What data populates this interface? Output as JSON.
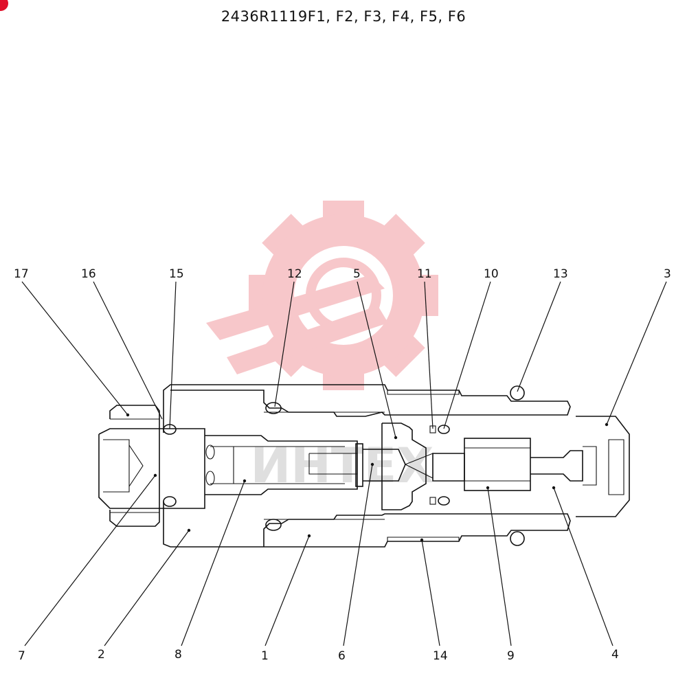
{
  "title": "2436R1119F1, F2, F3, F4, F5, F6",
  "accent_color": "#e0102a",
  "watermark": {
    "icon": "gear-logo-icon",
    "text": "ИНТЕХ",
    "color": "#f29aa0"
  },
  "callouts": {
    "c17": "17",
    "c16": "16",
    "c15": "15",
    "c12": "12",
    "c5": "5",
    "c11": "11",
    "c10": "10",
    "c13": "13",
    "c3": "3",
    "c7": "7",
    "c2": "2",
    "c8": "8",
    "c1": "1",
    "c6": "6",
    "c14": "14",
    "c9": "9",
    "c4": "4"
  }
}
